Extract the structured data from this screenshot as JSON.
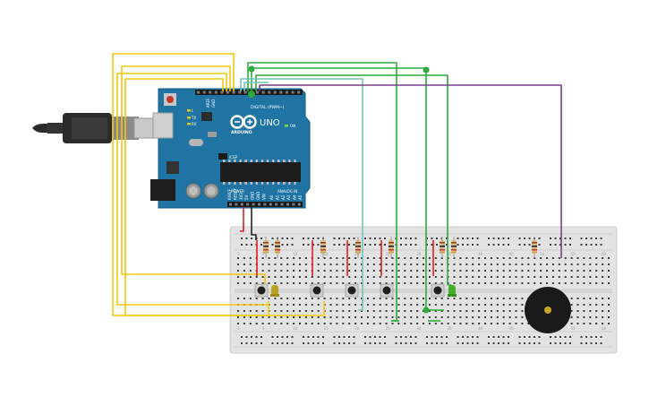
{
  "board": {
    "brand_text": "ARDUINO",
    "model_text": "UNO",
    "digital_label": "DIGITAL (PWM~)",
    "power_label": "POWER",
    "analog_label": "ANALOG IN",
    "icsp_label": "ICSP",
    "tx_label": "TX",
    "rx_label": "RX",
    "l_label": "L",
    "on_label": "ON",
    "aref_label": "AREF",
    "gnd_label": "GND",
    "analog_pins": [
      "A0",
      "A1",
      "A2",
      "A3",
      "A4",
      "A5"
    ],
    "power_pins": [
      "IOREF",
      "RESET",
      "3V3",
      "5V",
      "GND",
      "GND",
      "VIN"
    ]
  },
  "breadboard": {
    "column_numbers": [
      "1",
      "5",
      "10",
      "15",
      "20",
      "25",
      "30",
      "35",
      "40",
      "45",
      "50",
      "55",
      "60"
    ]
  },
  "colors": {
    "board": "#1f74a3",
    "board_dark": "#155a80",
    "breadboard": "#e6e6e6",
    "wire_yellow": "#f2c80f",
    "wire_green": "#2eaa3d",
    "wire_teal": "#6fc6b9",
    "wire_purple": "#7a3d8c",
    "wire_red": "#e02020",
    "wire_black": "#222222",
    "led_green": "#43b02a",
    "led_yellow": "#b8a21f",
    "buzzer": "#1a1a1a"
  }
}
